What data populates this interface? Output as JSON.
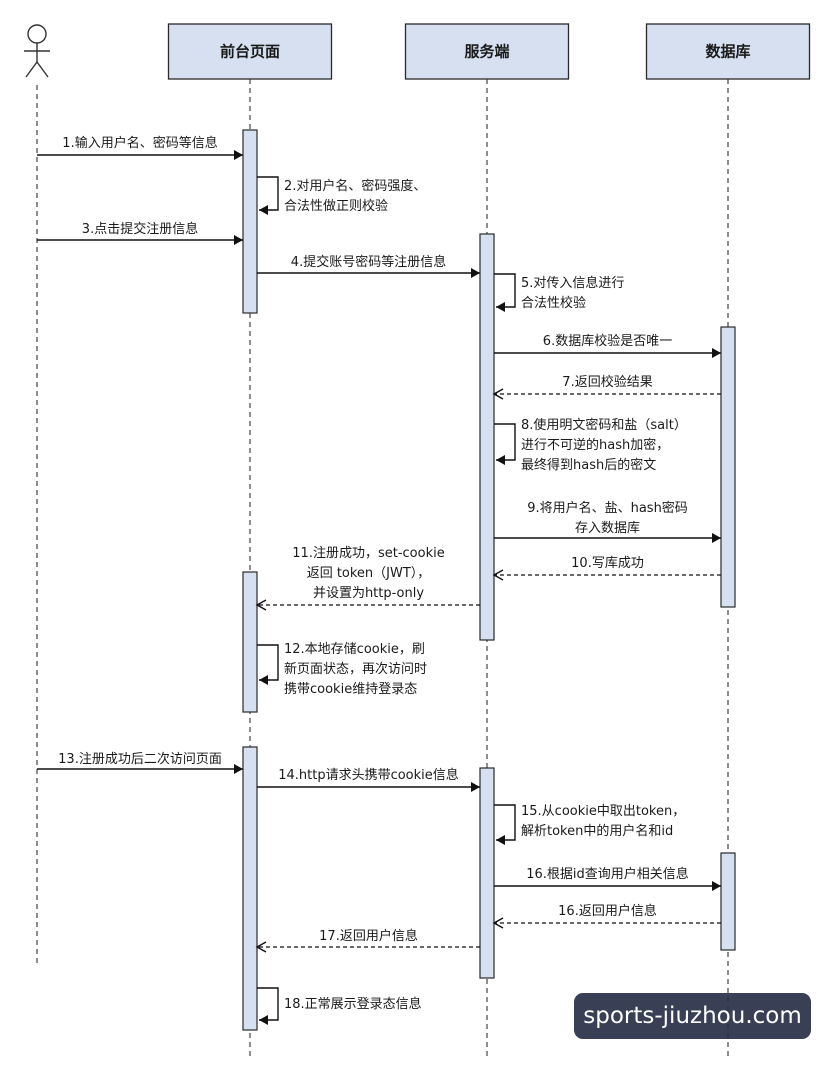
{
  "participants": [
    {
      "id": "user",
      "label": ""
    },
    {
      "id": "frontend",
      "label": "前台页面"
    },
    {
      "id": "server",
      "label": "服务端"
    },
    {
      "id": "db",
      "label": "数据库"
    }
  ],
  "messages": [
    {
      "from": "user",
      "to": "frontend",
      "kind": "sync",
      "lines": [
        "1.输入用户名、密码等信息"
      ]
    },
    {
      "from": "frontend",
      "to": "frontend",
      "kind": "self",
      "lines": [
        "2.对用户名、密码强度、",
        "合法性做正则校验"
      ]
    },
    {
      "from": "user",
      "to": "frontend",
      "kind": "sync",
      "lines": [
        "3.点击提交注册信息"
      ]
    },
    {
      "from": "frontend",
      "to": "server",
      "kind": "sync",
      "lines": [
        "4.提交账号密码等注册信息"
      ]
    },
    {
      "from": "server",
      "to": "server",
      "kind": "self",
      "lines": [
        "5.对传入信息进行",
        "合法性校验"
      ]
    },
    {
      "from": "server",
      "to": "db",
      "kind": "sync",
      "lines": [
        "6.数据库校验是否唯一"
      ]
    },
    {
      "from": "db",
      "to": "server",
      "kind": "return",
      "lines": [
        "7.返回校验结果"
      ]
    },
    {
      "from": "server",
      "to": "server",
      "kind": "self",
      "lines": [
        "8.使用明文密码和盐（salt）",
        "进行不可逆的hash加密，",
        "最终得到hash后的密文"
      ]
    },
    {
      "from": "server",
      "to": "db",
      "kind": "sync",
      "lines": [
        "9.将用户名、盐、hash密码",
        "存入数据库"
      ]
    },
    {
      "from": "db",
      "to": "server",
      "kind": "return",
      "lines": [
        "10.写库成功"
      ]
    },
    {
      "from": "server",
      "to": "frontend",
      "kind": "return",
      "lines": [
        "11.注册成功，set-cookie",
        "返回 token（JWT），",
        "并设置为http-only"
      ]
    },
    {
      "from": "frontend",
      "to": "frontend",
      "kind": "self",
      "lines": [
        "12.本地存储cookie，刷",
        "新页面状态，再次访问时",
        "携带cookie维持登录态"
      ]
    },
    {
      "from": "user",
      "to": "frontend",
      "kind": "sync",
      "lines": [
        "13.注册成功后二次访问页面"
      ]
    },
    {
      "from": "frontend",
      "to": "server",
      "kind": "sync",
      "lines": [
        "14.http请求头携带cookie信息"
      ]
    },
    {
      "from": "server",
      "to": "server",
      "kind": "self",
      "lines": [
        "15.从cookie中取出token，",
        "解析token中的用户名和id"
      ]
    },
    {
      "from": "server",
      "to": "db",
      "kind": "sync",
      "lines": [
        "16.根据id查询用户相关信息"
      ]
    },
    {
      "from": "db",
      "to": "server",
      "kind": "return",
      "lines": [
        "16.返回用户信息"
      ]
    },
    {
      "from": "server",
      "to": "frontend",
      "kind": "return",
      "lines": [
        "17.返回用户信息"
      ]
    },
    {
      "from": "frontend",
      "to": "frontend",
      "kind": "self",
      "lines": [
        "18.正常展示登录态信息"
      ]
    }
  ],
  "watermark": "sports-jiuzhou.com"
}
